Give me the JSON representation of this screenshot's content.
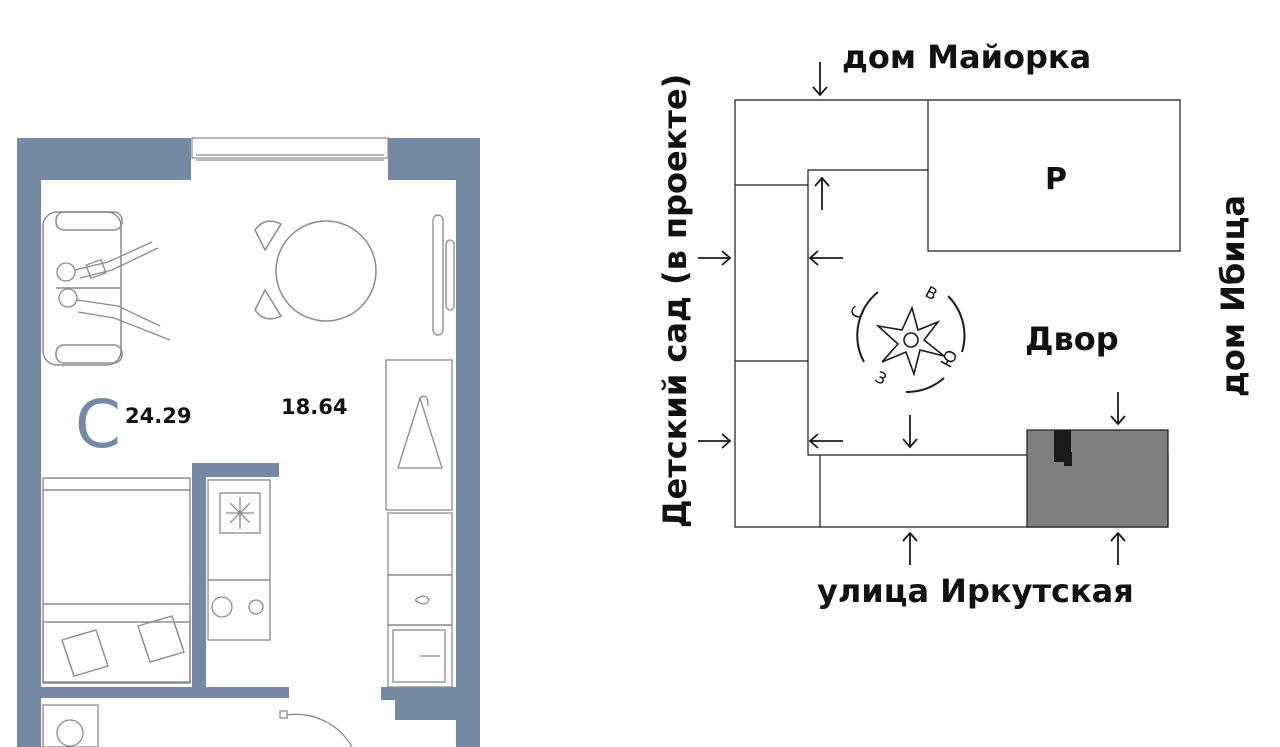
{
  "colors": {
    "wall": "#7589a4",
    "line": "#8a8a8a",
    "dark": "#1a1a1a",
    "shaded": "#808080"
  },
  "plan": {
    "room_type_letter": "C",
    "total_area": "24.29",
    "living_area": "18.64"
  },
  "site": {
    "label_top": "дом Майорка",
    "label_left": "Детский сад (в проекте)",
    "label_right": "дом Ибица",
    "label_bottom": "улица Иркутская",
    "parking": "P",
    "courtyard": "Двор",
    "compass": {
      "north": "С",
      "east": "В",
      "south": "Ю",
      "west": "З"
    }
  }
}
